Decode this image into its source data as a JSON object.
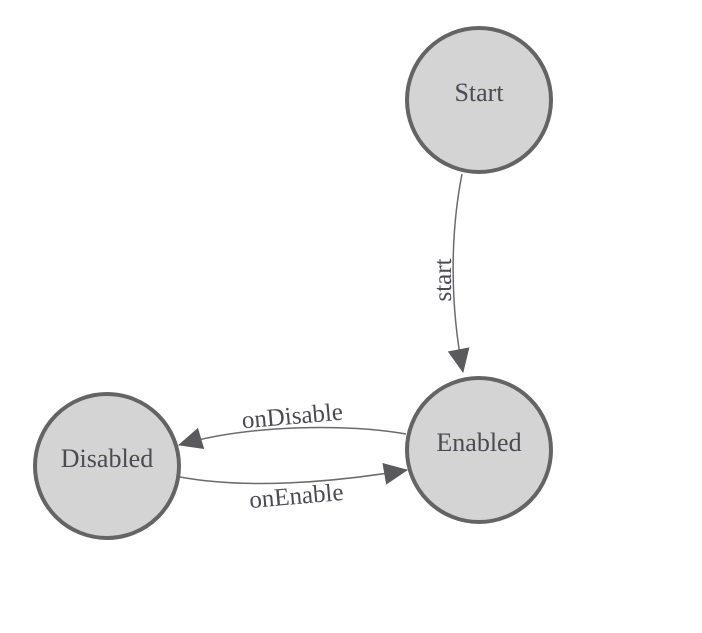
{
  "diagram": {
    "type": "finite-state-machine",
    "nodes": [
      {
        "id": "start",
        "label": "Start"
      },
      {
        "id": "enabled",
        "label": "Enabled"
      },
      {
        "id": "disabled",
        "label": "Disabled"
      }
    ],
    "edges": [
      {
        "from": "start",
        "to": "enabled",
        "label": "start"
      },
      {
        "from": "enabled",
        "to": "disabled",
        "label": "onDisable"
      },
      {
        "from": "disabled",
        "to": "enabled",
        "label": "onEnable"
      }
    ]
  },
  "colors": {
    "background": "#ffffff",
    "node_fill": "#d4d4d4",
    "node_stroke": "#646464",
    "edge_stroke": "#6b6b6b",
    "arrowhead": "#5a5a5c",
    "label_text": "#4b4b52"
  }
}
